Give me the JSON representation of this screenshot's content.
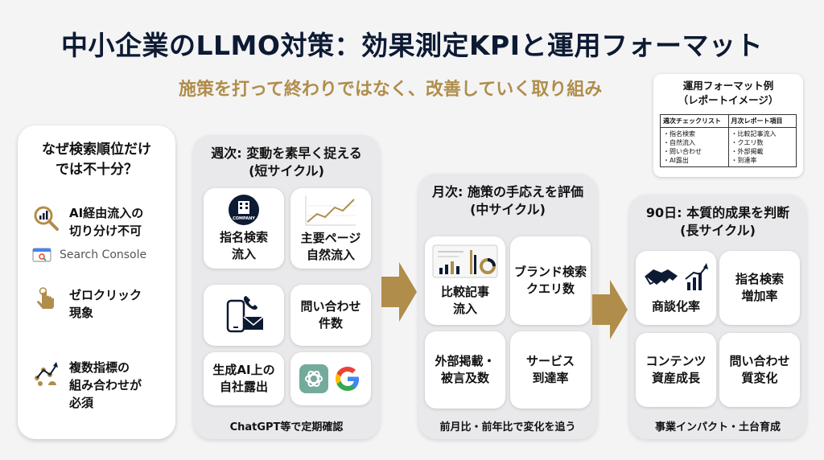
{
  "title": "中小企業のLLMO対策：効果測定KPIと運用フォーマット",
  "subtitle": "施策を打って終わりではなく、改善していく取り組み",
  "left_card": {
    "title_line1": "なぜ検索順位だけ",
    "title_line2": "では不十分？",
    "items": [
      {
        "line1": "AI経由流入の",
        "line2": "切り分け不可",
        "icon": "magnifier-chart-icon"
      },
      {
        "line1": "ゼロクリック",
        "line2": "現象",
        "icon": "pointer-hand-icon"
      },
      {
        "line1": "複数指標の",
        "line2": "組み合わせが",
        "line3": "必須",
        "icon": "metrics-combination-icon"
      }
    ],
    "search_console": "Search Console"
  },
  "report": {
    "title_line1": "運用フォーマット例",
    "title_line2": "（レポートイメージ）",
    "col1_head": "週次チェックリスト",
    "col2_head": "月次レポート項目",
    "col1_items": [
      "・指名検索",
      "・自然流入",
      "・問い合わせ",
      "・AI露出"
    ],
    "col2_items": [
      "・比較記事流入",
      "・クエリ数",
      "・外部掲載",
      "・到達率"
    ]
  },
  "weekly": {
    "title_line1": "週次: 変動を素早く捉える",
    "title_line2": "(短サイクル)",
    "tiles": [
      {
        "line1": "指名検索",
        "line2": "流入",
        "icon": "company-building-icon",
        "icon_label": "COMPANY"
      },
      {
        "line1": "主要ページ",
        "line2": "自然流入",
        "icon": "line-chart-icon"
      },
      {
        "icon": "phone-mail-icon"
      },
      {
        "line1": "問い合わせ",
        "line2": "件数"
      },
      {
        "line1": "生成AI上の",
        "line2": "自社露出"
      },
      {
        "icon": "chatgpt-google-icon"
      }
    ],
    "footer": "ChatGPT等で定期確認"
  },
  "monthly": {
    "title_line1": "月次: 施策の手応えを評価",
    "title_line2": "(中サイクル)",
    "tiles": [
      {
        "line1": "比較記事",
        "line2": "流入",
        "icon": "dashboard-icon"
      },
      {
        "line1": "ブランド検索",
        "line2": "クエリ数"
      },
      {
        "line1": "外部掲載・",
        "line2": "被言及数"
      },
      {
        "line1": "サービス",
        "line2": "到達率"
      }
    ],
    "footer": "前月比・前年比で変化を追う"
  },
  "ninety": {
    "title_line1": "90日: 本質的成果を判断",
    "title_line2": "(長サイクル)",
    "tiles": [
      {
        "line1": "商談化率",
        "icon": "handshake-growth-icon"
      },
      {
        "line1": "指名検索",
        "line2": "増加率"
      },
      {
        "line1": "コンテンツ",
        "line2": "資産成長"
      },
      {
        "line1": "問い合わせ",
        "line2": "質変化"
      }
    ],
    "footer": "事業インパクト・土台育成"
  },
  "colors": {
    "navy": "#0d1a33",
    "gold": "#b08d4a",
    "panel": "#e9e9ec"
  }
}
